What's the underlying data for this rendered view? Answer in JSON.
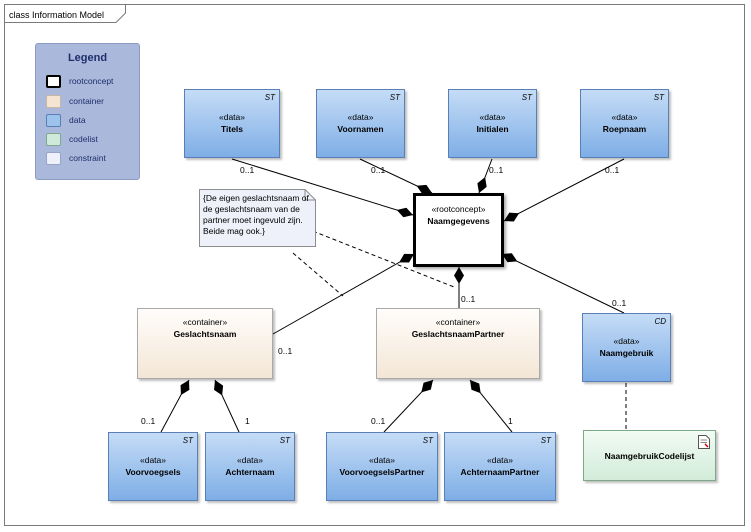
{
  "diagram": {
    "frame_label": "class Information Model",
    "legend": {
      "title": "Legend",
      "items": [
        {
          "label": "rootconcept",
          "color": "#ffffff",
          "border": "#000000"
        },
        {
          "label": "container",
          "color": "#f6e4d2",
          "border": "#c9b7a6"
        },
        {
          "label": "data",
          "color": "#9cc3ec",
          "border": "#5a7fb5"
        },
        {
          "label": "codelist",
          "color": "#cfeadb",
          "border": "#7fa88a"
        },
        {
          "label": "constraint",
          "color": "#eef0fa",
          "border": "#9aa3c7"
        }
      ]
    },
    "nodes": {
      "titels": {
        "stereotype": "«data»",
        "name": "Titels",
        "tag": "ST"
      },
      "voornamen": {
        "stereotype": "«data»",
        "name": "Voornamen",
        "tag": "ST"
      },
      "initialen": {
        "stereotype": "«data»",
        "name": "Initialen",
        "tag": "ST"
      },
      "roepnaam": {
        "stereotype": "«data»",
        "name": "Roepnaam",
        "tag": "ST"
      },
      "naamgegevens": {
        "stereotype": "«rootconcept»",
        "name": "Naamgegevens"
      },
      "geslachtsnaam": {
        "stereotype": "«container»",
        "name": "Geslachtsnaam"
      },
      "geslachtsnaam_partner": {
        "stereotype": "«container»",
        "name": "GeslachtsnaamPartner"
      },
      "naamgebruik": {
        "stereotype": "«data»",
        "name": "Naamgebruik",
        "tag": "CD"
      },
      "voorvoegsels": {
        "stereotype": "«data»",
        "name": "Voorvoegsels",
        "tag": "ST"
      },
      "achternaam": {
        "stereotype": "«data»",
        "name": "Achternaam",
        "tag": "ST"
      },
      "voorvoegsels_partner": {
        "stereotype": "«data»",
        "name": "VoorvoegselsPartner",
        "tag": "ST"
      },
      "achternaam_partner": {
        "stereotype": "«data»",
        "name": "AchternaamPartner",
        "tag": "ST"
      },
      "naamgebruik_codelijst": {
        "name": "NaamgebruikCodelijst"
      }
    },
    "multiplicities": {
      "titels": "0..1",
      "voornamen": "0..1",
      "initialen": "0..1",
      "roepnaam": "0..1",
      "geslachtsnaam_partner": "0..1",
      "geslachtsnaam": "0..1",
      "naamgebruik": "0..1",
      "voorvoegsels": "0..1",
      "achternaam": "1",
      "voorvoegsels_partner": "0..1",
      "achternaam_partner": "1"
    },
    "note": "{De eigen geslachtsnaam of de geslachtsnaam van de partner moet ingevuld zijn. Beide mag ook.}"
  }
}
